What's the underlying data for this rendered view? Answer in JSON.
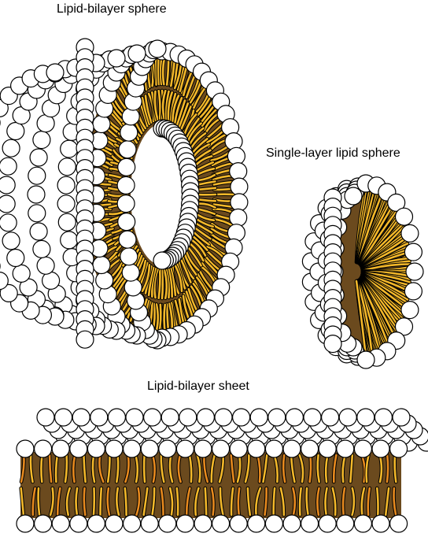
{
  "labels": {
    "bilayer_sphere": "Lipid-bilayer sphere",
    "single_layer_sphere": "Single-layer lipid sphere",
    "bilayer_sheet": "Lipid-bilayer sheet"
  },
  "colors": {
    "head_fill": "#ffffff",
    "outline": "#000000",
    "tail_light": "#f4b82a",
    "tail_orange": "#e88a1e",
    "core_dark": "#6b4a1e"
  }
}
